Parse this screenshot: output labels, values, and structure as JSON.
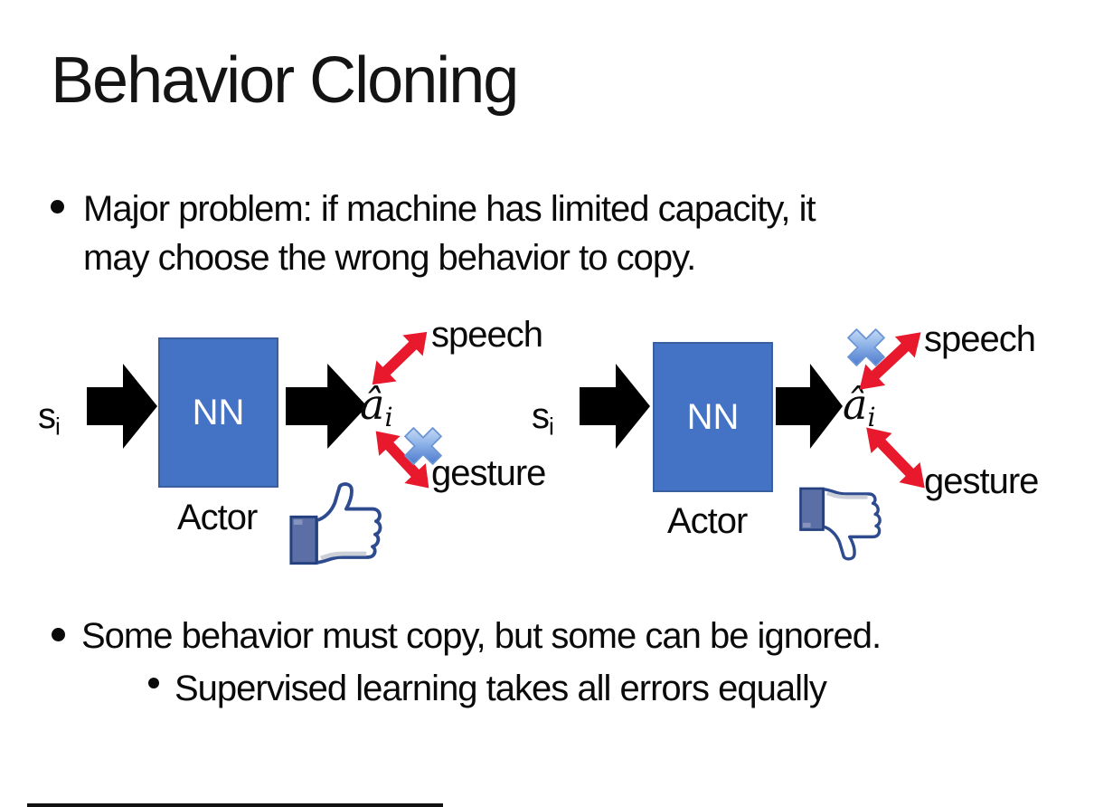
{
  "slide": {
    "title": "Behavior Cloning",
    "bullets": {
      "main1": "Major problem: if machine has limited capacity, it\nmay choose the wrong behavior to copy.",
      "main2": "Some behavior must copy, but some can be ignored.",
      "sub1": "Supervised learning takes all errors equally"
    }
  },
  "diagrams": {
    "left": {
      "input": {
        "base": "s",
        "sub": "i"
      },
      "network": "NN",
      "output": {
        "base": "â",
        "sub": "i"
      },
      "outputs": {
        "speech": "speech",
        "gesture": "gesture"
      },
      "role": "Actor",
      "crossed_out": "gesture",
      "feedback_icon": "thumbs-up-icon"
    },
    "right": {
      "input": {
        "base": "s",
        "sub": "i"
      },
      "network": "NN",
      "output": {
        "base": "â",
        "sub": "i"
      },
      "outputs": {
        "speech": "speech",
        "gesture": "gesture"
      },
      "role": "Actor",
      "crossed_out": "speech",
      "feedback_icon": "thumbs-down-icon"
    }
  },
  "colors": {
    "nn_box_fill": "#4472C4",
    "nn_box_border": "#3A5F9E",
    "block_arrow": "#000000",
    "double_arrow_red": "#E8192C",
    "cross_icon_blue": "#3A66C8",
    "thumb_outline_navy": "#2E4B8F",
    "thumb_cuff_blue": "#5B6EA5",
    "background": "#FFFFFF",
    "text": "#0A0A0A"
  }
}
